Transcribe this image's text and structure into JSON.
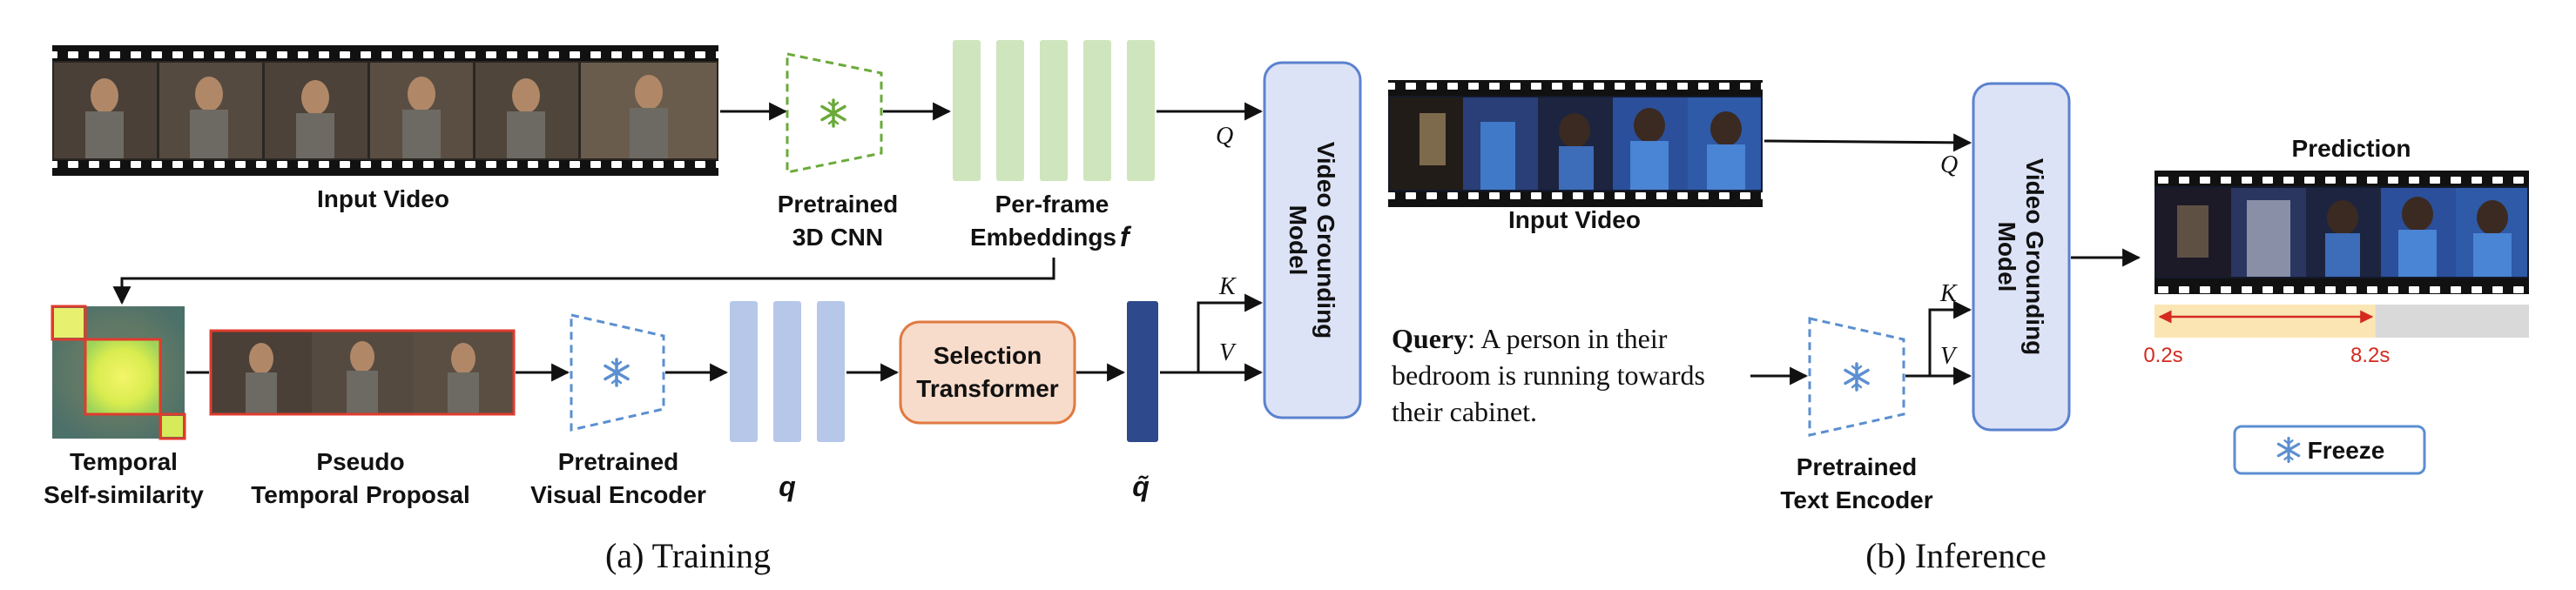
{
  "training": {
    "input_video_label": "Input Video",
    "cnn_label_line1": "Pretrained",
    "cnn_label_line2": "3D CNN",
    "embeddings_label_line1": "Per-frame",
    "embeddings_label_line2": "Embeddings",
    "embeddings_symbol": "f",
    "query_symbol": "Q",
    "key_symbol": "K",
    "value_symbol": "V",
    "vgm_label_line1": "Video Grounding",
    "vgm_label_line2": "Model",
    "similarity_label_line1": "Temporal",
    "similarity_label_line2": "Self-similarity",
    "proposal_label_line1": "Pseudo",
    "proposal_label_line2": "Temporal Proposal",
    "visual_encoder_label_line1": "Pretrained",
    "visual_encoder_label_line2": "Visual Encoder",
    "q_symbol": "q",
    "selection_label_line1": "Selection",
    "selection_label_line2": "Transformer",
    "q_tilde_symbol": "q̃",
    "caption": "(a)  Training"
  },
  "inference": {
    "input_video_label": "Input Video",
    "query_prefix": "Query",
    "query_line1": ": A person in their",
    "query_line2": "bedroom is running towards",
    "query_line3": "their cabinet.",
    "query_symbol": "Q",
    "key_symbol": "K",
    "value_symbol": "V",
    "text_encoder_label_line1": "Pretrained",
    "text_encoder_label_line2": "Text Encoder",
    "vgm_label_line1": "Video Grounding",
    "vgm_label_line2": "Model",
    "prediction_label": "Prediction",
    "start_time": "0.2s",
    "end_time": "8.2s",
    "predicted_fraction": [
      0.0,
      0.59
    ],
    "freeze_label": "Freeze",
    "caption": "(b)  Inference"
  },
  "colors": {
    "frozen_green": "#6aaa3a",
    "frozen_blue": "#5b8fd0",
    "embedding_green": "#cfe5be",
    "feature_blue": "#b7c7ea",
    "q_tilde_navy": "#2e4a8c",
    "vgm_fill": "#dde3f6",
    "vgm_border": "#5b82cf",
    "selection_fill": "#f8dccb",
    "selection_border": "#e07a42",
    "proposal_red": "#e03b2d",
    "prediction_bar": "#fbe6b3",
    "timeline_gray": "#d9d9d9"
  },
  "icons": [
    "snowflake-icon"
  ]
}
